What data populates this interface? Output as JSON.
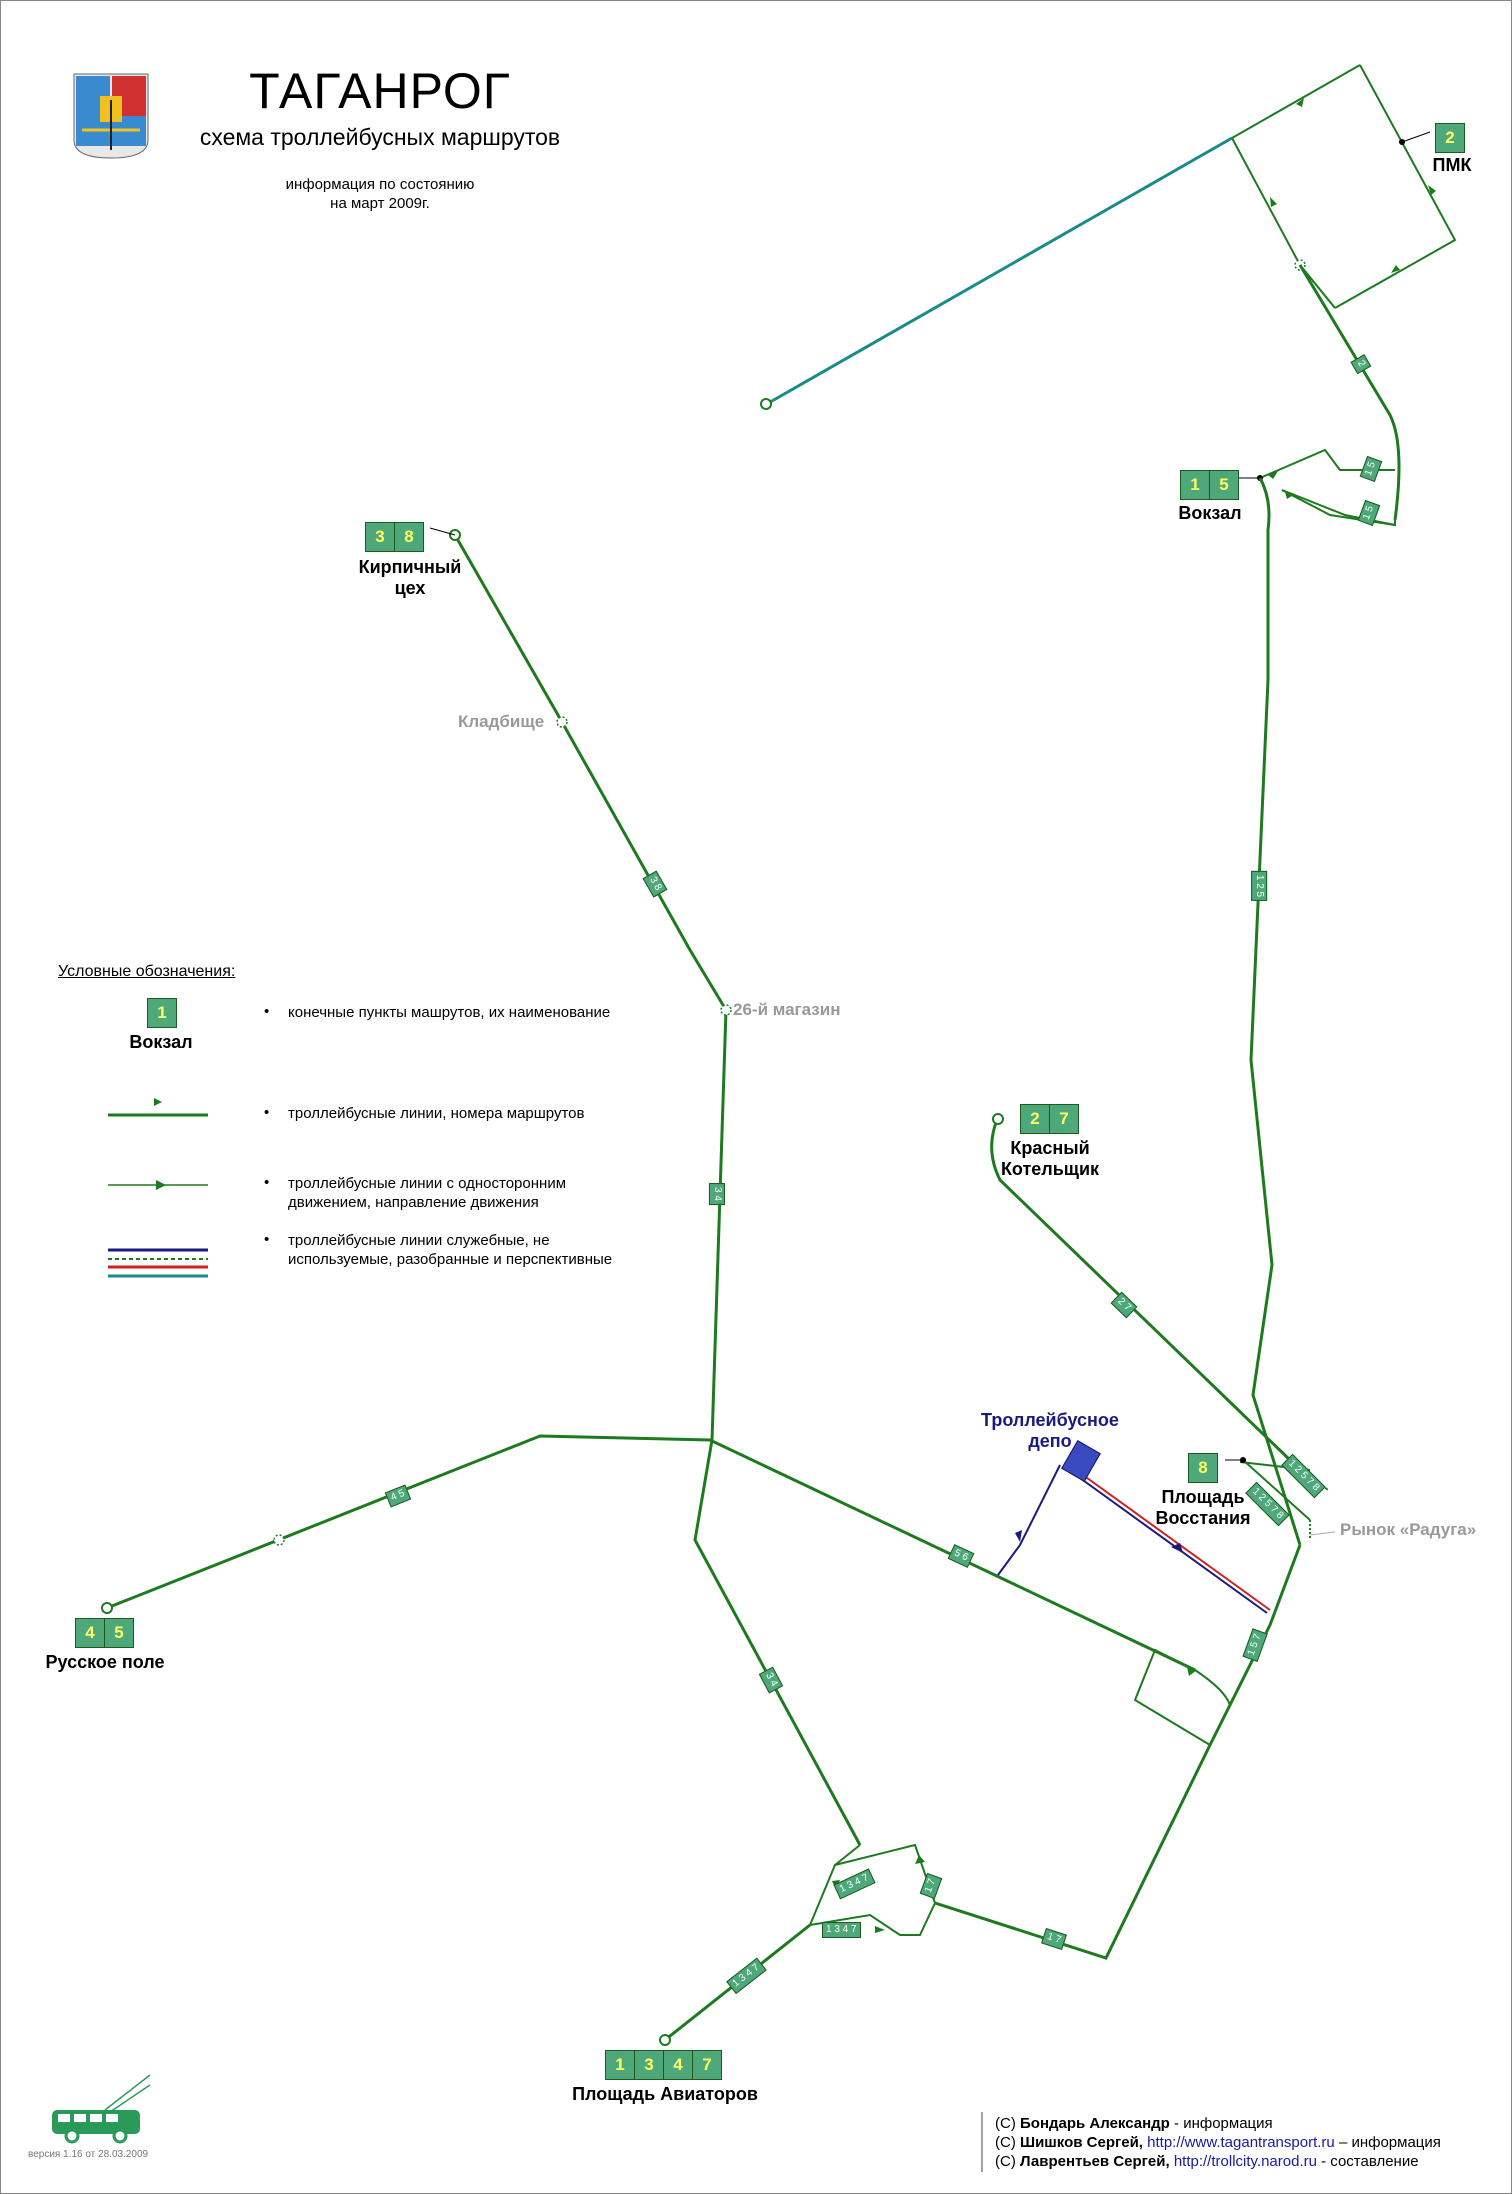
{
  "header": {
    "title": "ТАГАНРОГ",
    "subtitle": "схема троллейбусных маршрутов",
    "info_line1": "информация по состоянию",
    "info_line2": "на март 2009г."
  },
  "legend": {
    "heading": "Условные обозначения:",
    "sample_route": "1",
    "sample_name": "Вокзал",
    "items": [
      "конечные пункты машрутов, их наименование",
      "троллейбусные линии, номера маршрутов",
      "троллейбусные линии с односторонним движением, направление движения",
      "троллейбусные линии служебные, не используемые, разобранные и перспективные"
    ]
  },
  "terminals": {
    "pmk": {
      "routes": [
        "2"
      ],
      "name": "ПМК"
    },
    "vokzal": {
      "routes": [
        "1",
        "5"
      ],
      "name": "Вокзал"
    },
    "kirpichny": {
      "routes": [
        "3",
        "8"
      ],
      "name_line1": "Кирпичный",
      "name_line2": "цех"
    },
    "krasny": {
      "routes": [
        "2",
        "7"
      ],
      "name_line1": "Красный",
      "name_line2": "Котельщик"
    },
    "ploshchad_vosstaniya": {
      "routes": [
        "8"
      ],
      "name_line1": "Площадь",
      "name_line2": "Восстания"
    },
    "russkoe_pole": {
      "routes": [
        "4",
        "5"
      ],
      "name": "Русское поле"
    },
    "aviatorov": {
      "routes": [
        "1",
        "3",
        "4",
        "7"
      ],
      "name": "Площадь Авиаторов"
    }
  },
  "stops": {
    "kladbishche": "Кладбище",
    "magazin26": "26-й магазин",
    "rynok": "Рынок «Радуга»"
  },
  "depot": {
    "line1": "Троллейбусное",
    "line2": "депо"
  },
  "segment_labels": {
    "s_38": "3 8",
    "s_125": "1 2 5",
    "s_2": "2",
    "s_27": "2 7",
    "s_45": "4 5",
    "s_56": "5 6",
    "s_34": "3 4",
    "s_1257a": "1 2 5 7 8",
    "s_1257b": "1 2 5 7 8",
    "s_157": "1 5 7",
    "s_17": "1 7",
    "s_1347a": "1 3 4 7",
    "s_1347b": "1 3 4 7",
    "s_1347c": "1 3 4 7",
    "s_34b": "3 4",
    "s_17b": "1 7",
    "s_15a": "1 5",
    "s_15b": "1 5"
  },
  "credits": [
    {
      "prefix": "(С)",
      "name": "Бондарь Александр",
      "link": "",
      "suffix": "- информация"
    },
    {
      "prefix": "(С)",
      "name": "Шишков Сергей,",
      "link": "http://www.tagantransport.ru",
      "suffix": "– информация"
    },
    {
      "prefix": "(С)",
      "name": "Лаврентьев Сергей,",
      "link": "http://trollcity.narod.ru",
      "suffix": "- составление"
    }
  ],
  "version": "версия 1.16 от 28.03.2009",
  "colors": {
    "line": "#1e7a1e",
    "box": "#4ea87a",
    "box_text": "#ffff66",
    "service_blue": "#1a1a80",
    "unused_red": "#d02020",
    "teal": "#1a8a8a"
  }
}
